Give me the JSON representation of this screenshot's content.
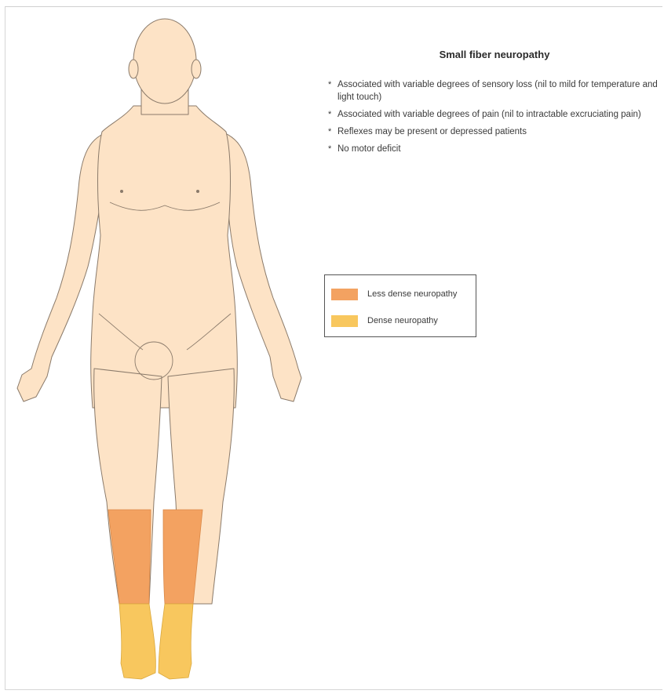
{
  "title": "Small fiber neuropathy",
  "bullets": [
    "Associated with variable degrees of sensory loss (nil to mild for temperature and light touch)",
    "Associated with variable degrees of pain (nil to intractable excruciating pain)",
    "Reflexes may be present or depressed patients",
    "No motor deficit"
  ],
  "legend": {
    "less_dense_label": "Less dense neuropathy",
    "dense_label": "Dense neuropathy"
  },
  "colors": {
    "skin": "#fde3c6",
    "outline": "#8a7a6a",
    "less_dense": "#f3a261",
    "dense": "#f8c75e",
    "text": "#3a3a3a"
  },
  "bullet_marker": "*"
}
